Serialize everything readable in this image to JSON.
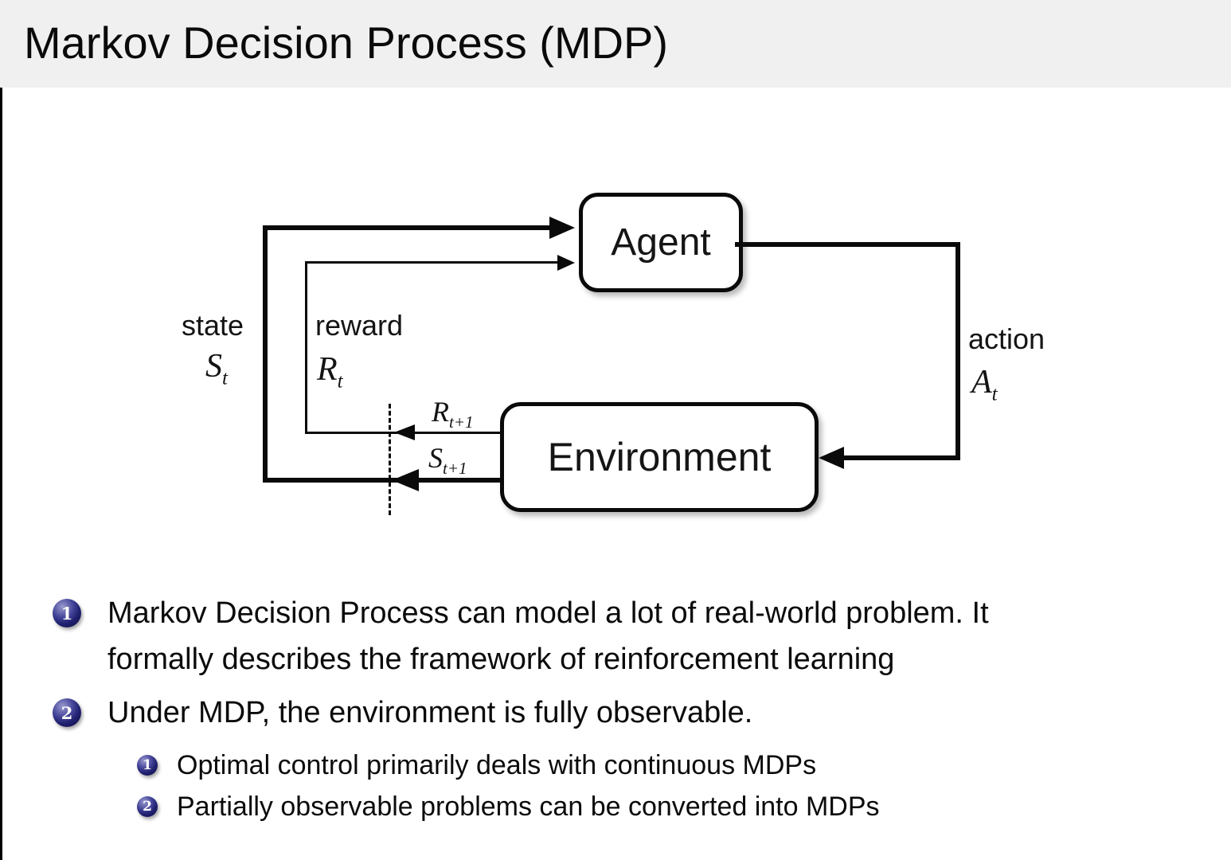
{
  "slide": {
    "title": "Markov Decision Process (MDP)"
  },
  "diagram": {
    "agent": "Agent",
    "environment": "Environment",
    "state": {
      "label": "state",
      "symbol": "S",
      "subscript": "t"
    },
    "reward": {
      "label": "reward",
      "symbol": "R",
      "subscript": "t"
    },
    "action": {
      "label": "action",
      "symbol": "A",
      "subscript": "t"
    },
    "next_reward": {
      "symbol": "R",
      "subscript": "t+1"
    },
    "next_state": {
      "symbol": "S",
      "subscript": "t+1"
    }
  },
  "bullets": [
    {
      "number": "1",
      "lines": [
        "Markov Decision Process can model a lot of real-world problem. It",
        "formally describes the framework of reinforcement learning"
      ]
    },
    {
      "number": "2",
      "lines": [
        "Under MDP, the environment is fully observable."
      ],
      "sub_bullets": [
        {
          "number": "1",
          "text": "Optimal control primarily deals with continuous MDPs"
        },
        {
          "number": "2",
          "text": "Partially observable problems can be converted into MDPs"
        }
      ]
    }
  ],
  "colors": {
    "title_bar_bg": "#f0f0f1",
    "bullet_ball_blue": "#23237b",
    "diagram_line": "#0a0a0a",
    "text": "#0b0b0b"
  }
}
